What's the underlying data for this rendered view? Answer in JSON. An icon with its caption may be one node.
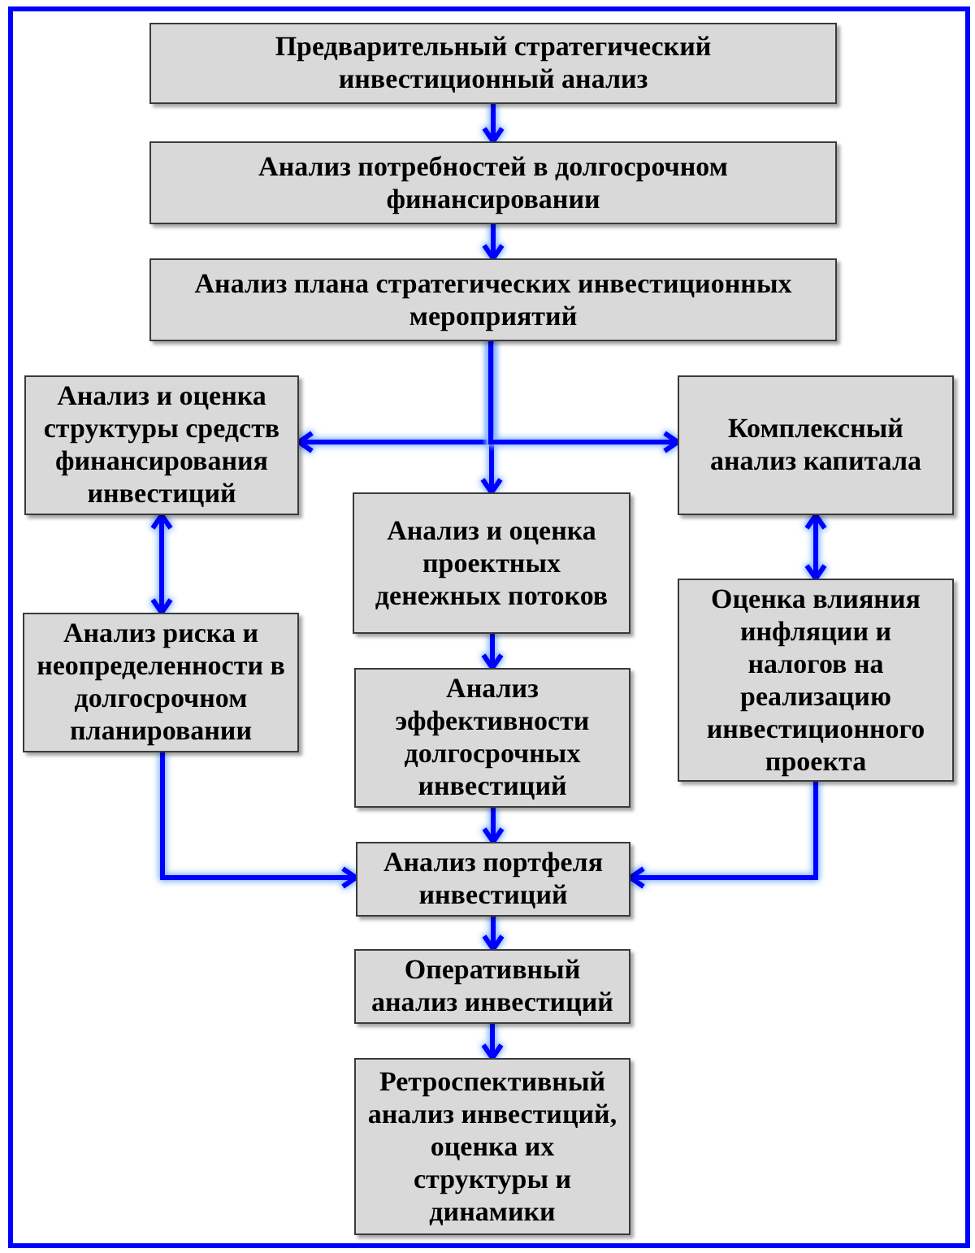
{
  "diagram": {
    "nodes": [
      {
        "text": [
          "Предварительный стратегический инвестиционный анализ"
        ]
      },
      {
        "text": [
          "Анализ потребностей в долгосрочном финансировании"
        ]
      },
      {
        "text": [
          "Анализ плана стратегических инвестиционных мероприятий"
        ]
      },
      {
        "text": [
          "Анализ и оценка структуры средств финансирования инвестиций"
        ]
      },
      {
        "text": [
          "Комплексный анализ капитала"
        ]
      },
      {
        "text": [
          "Анализ и оценка проектных денежных потоков"
        ]
      },
      {
        "text": [
          "Анализ риска и неопределенности в долгосрочном планировании"
        ]
      },
      {
        "text": [
          "Анализ эффективности долгосрочных инвестиций"
        ]
      },
      {
        "text": [
          "Оценка влияния инфляции и налогов на реализацию инвестиционного проекта"
        ]
      },
      {
        "text": [
          "Анализ портфеля инвестиций"
        ]
      },
      {
        "text": [
          "Оперативный анализ инвестиций"
        ]
      },
      {
        "text": [
          "Ретроспективный анализ инвестиций, оценка их структуры и динамики"
        ]
      }
    ],
    "edges": [
      {
        "from": 0,
        "to": 1,
        "arrow": "to"
      },
      {
        "from": 1,
        "to": 2,
        "arrow": "to"
      },
      {
        "from": 2,
        "to": 3,
        "arrow": "to"
      },
      {
        "from": 2,
        "to": 5,
        "arrow": "to"
      },
      {
        "from": 2,
        "to": 4,
        "arrow": "to"
      },
      {
        "from": 3,
        "to": 6,
        "arrow": "both"
      },
      {
        "from": 4,
        "to": 8,
        "arrow": "both"
      },
      {
        "from": 5,
        "to": 7,
        "arrow": "to"
      },
      {
        "from": 6,
        "to": 9,
        "arrow": "to"
      },
      {
        "from": 7,
        "to": 9,
        "arrow": "to"
      },
      {
        "from": 8,
        "to": 9,
        "arrow": "to"
      },
      {
        "from": 9,
        "to": 10,
        "arrow": "to"
      },
      {
        "from": 10,
        "to": 11,
        "arrow": "to"
      }
    ]
  }
}
